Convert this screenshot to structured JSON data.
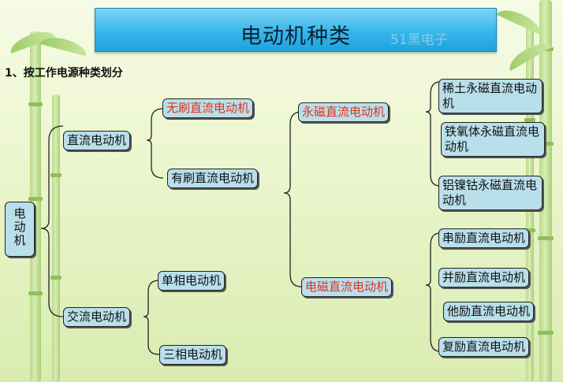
{
  "title": "电动机种类",
  "watermark": "51黑电子",
  "section_heading": "1、按工作电源种类划分",
  "root": "电\n动\n机",
  "dc": {
    "label": "直流电动机",
    "brushless": "无刷直流电动机",
    "brushed": "有刷直流电动机",
    "pm": {
      "label": "永磁直流电动机",
      "items": [
        "稀土永磁直流电动机",
        "铁氧体永磁直流电动机",
        "铝镍钴永磁直流电动机"
      ]
    },
    "em": {
      "label": "电磁直流电动机",
      "items": [
        "串励直流电动机",
        "并励直流电动机",
        "他励直流电动机",
        "复励直流电动机"
      ]
    }
  },
  "ac": {
    "label": "交流电动机",
    "items": [
      "单相电动机",
      "三相电动机"
    ]
  },
  "colors": {
    "highlight": "#e0321e",
    "box_fill": "#b9dfea",
    "banner": "#37b6ea"
  }
}
